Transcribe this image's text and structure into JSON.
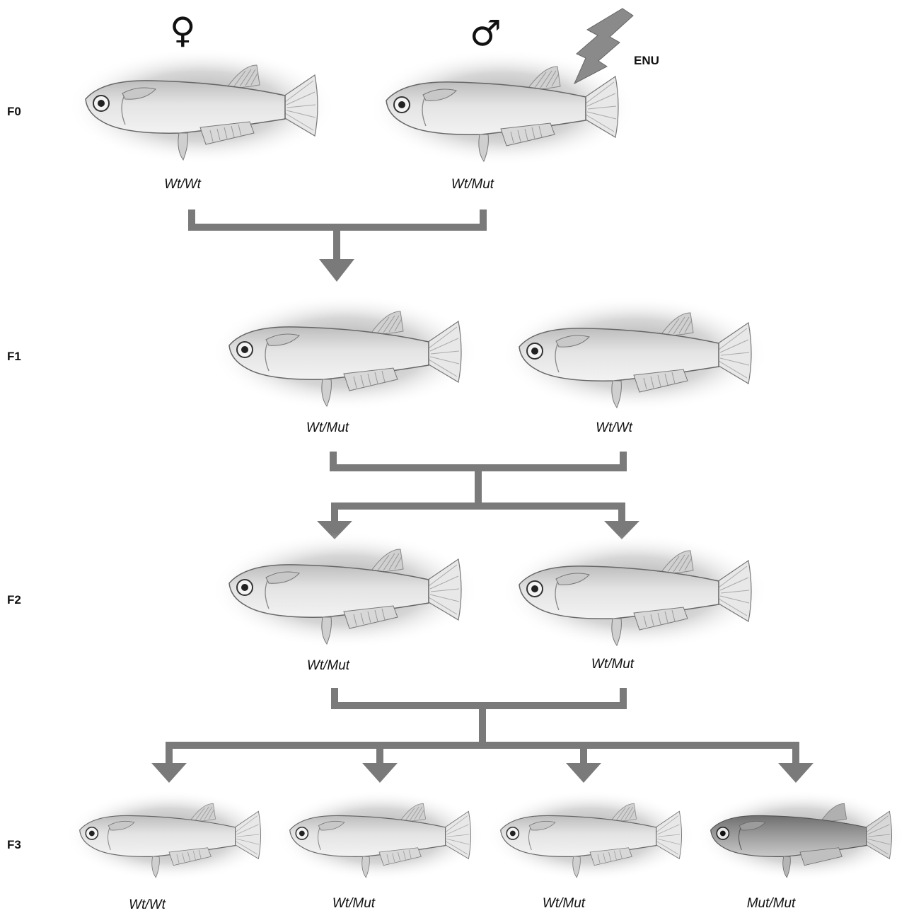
{
  "generations": [
    "F0",
    "F1",
    "F2",
    "F3"
  ],
  "symbols": {
    "female": "♀",
    "male": "♂"
  },
  "mutagen": "ENU",
  "genotypes": {
    "f0": [
      "Wt/Wt",
      "Wt/Mut"
    ],
    "f1": [
      "Wt/Mut",
      "Wt/Wt"
    ],
    "f2": [
      "Wt/Mut",
      "Wt/Mut"
    ],
    "f3": [
      "Wt/Wt",
      "Wt/Mut",
      "Wt/Mut",
      "Mut/Mut"
    ]
  },
  "colors": {
    "connector": "#7a7a7a",
    "fish_body": "#d6d6d6",
    "fish_shadow": "#9a9a9a",
    "mutant_fish_body": "#8e8e8e",
    "lightning": "#8a8a8a"
  }
}
